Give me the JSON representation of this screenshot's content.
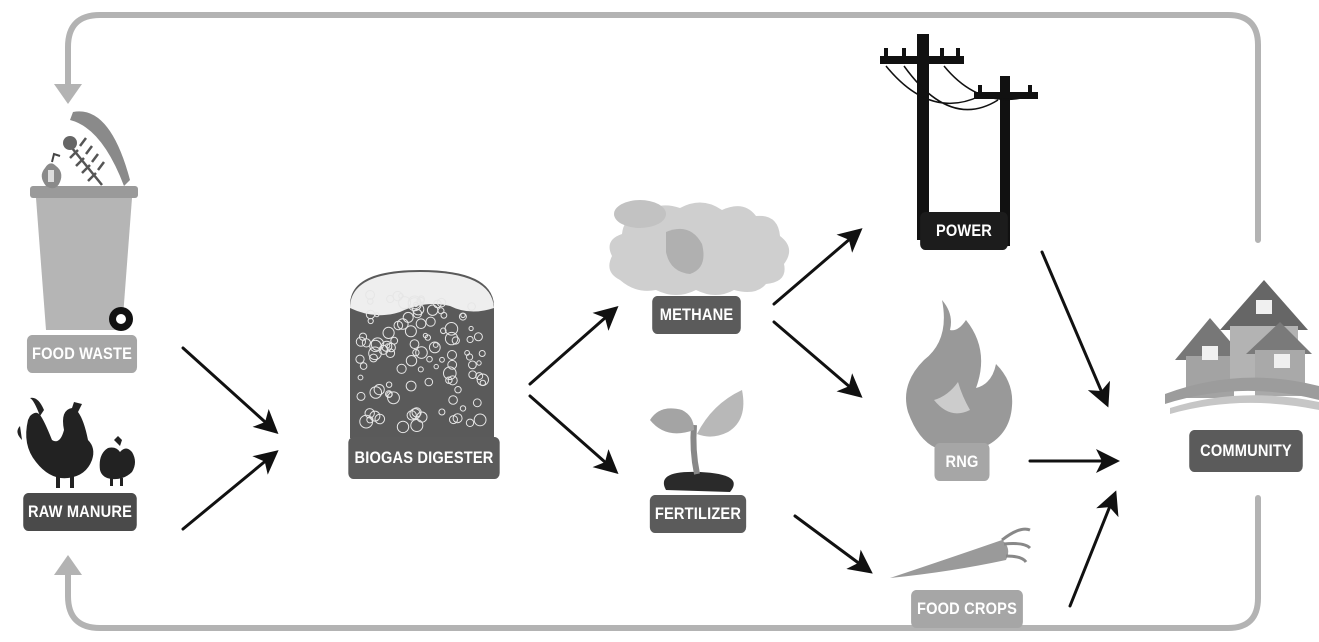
{
  "nodes": {
    "food_waste": "FOOD WASTE",
    "raw_manure": "RAW MANURE",
    "biogas_digester": "BIOGAS DIGESTER",
    "methane": "METHANE",
    "fertilizer": "FERTILIZER",
    "power": "POWER",
    "rng": "RNG",
    "food_crops": "FOOD CROPS",
    "community": "COMMUNITY"
  },
  "icons": {
    "food_waste": "trash-bin-icon",
    "raw_manure": "chickens-icon",
    "biogas_digester": "digester-tank-icon",
    "methane": "gas-cloud-icon",
    "fertilizer": "sprout-icon",
    "power": "power-pole-icon",
    "rng": "flame-icon",
    "food_crops": "carrot-icon",
    "community": "houses-icon"
  },
  "colors": {
    "loop_arrow": "#b3b3b3",
    "flow_arrow": "#111111",
    "dark_label": "#4a4a4a",
    "light_label": "#a6a6a6",
    "power_label": "#1c1c1c"
  }
}
